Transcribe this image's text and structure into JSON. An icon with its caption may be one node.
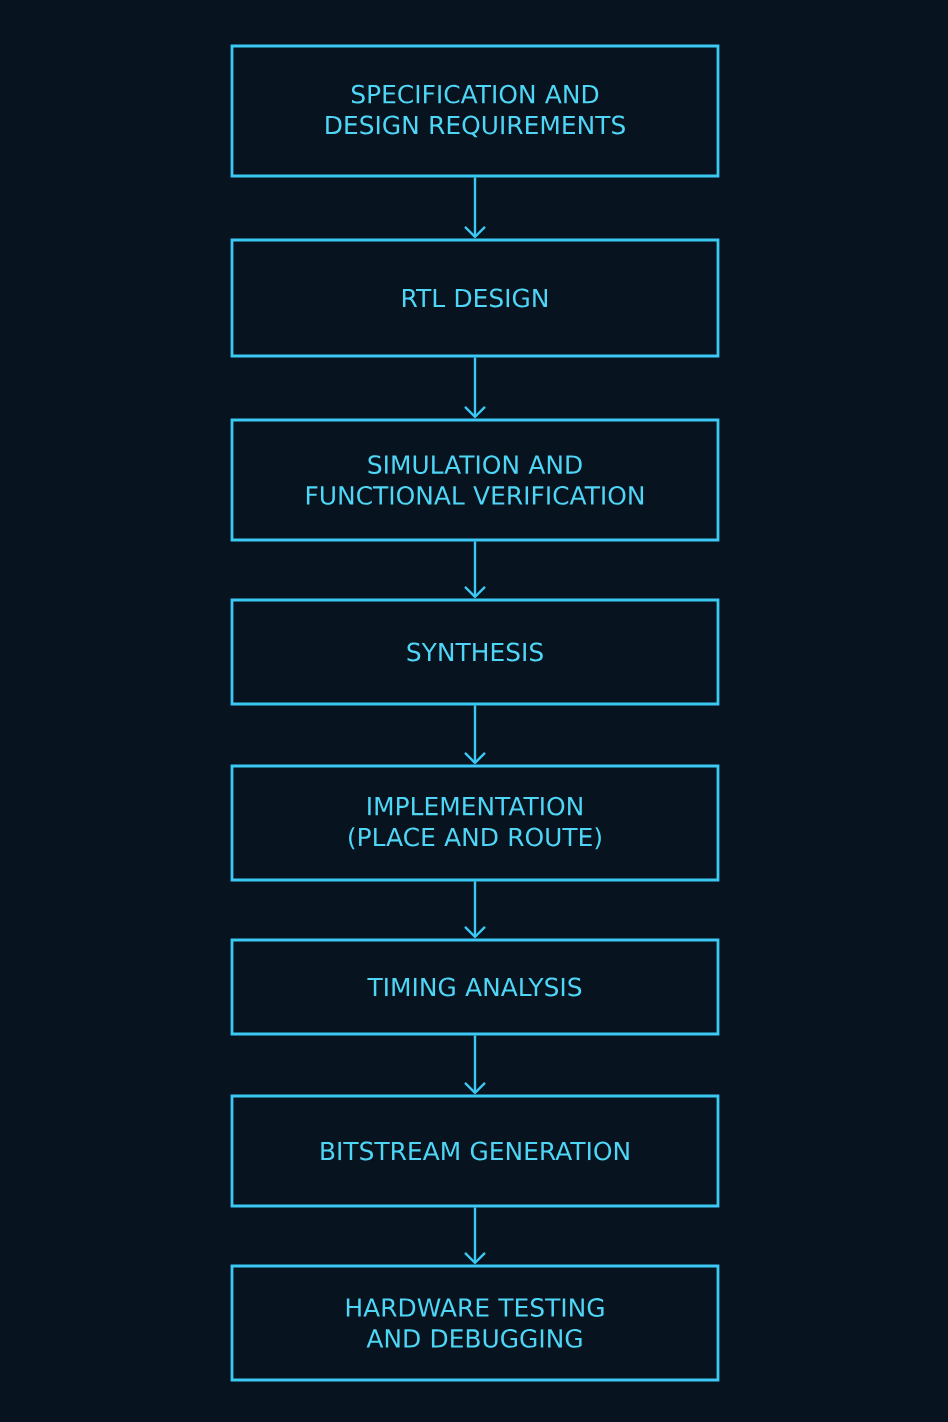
{
  "diagram": {
    "nodes": [
      {
        "text": [
          "SPECIFICATION AND DESIGN REQUIREMENTS"
        ]
      },
      {
        "text": [
          "RTL DESIGN"
        ]
      },
      {
        "text": [
          "SIMULATION AND FUNCTIONAL VERIFICATION"
        ]
      },
      {
        "text": [
          "SYNTHESIS"
        ]
      },
      {
        "text": [
          "IMPLEMENTATION (PLACE AND ROUTE)"
        ]
      },
      {
        "text": [
          "TIMING ANALYSIS"
        ]
      },
      {
        "text": [
          "BITSTREAM GENERATION"
        ]
      },
      {
        "text": [
          "HARDWARE TESTING AND DEBUGGING"
        ]
      }
    ],
    "edges": [
      {
        "from": 0,
        "to": 1,
        "arrow": "to"
      },
      {
        "from": 1,
        "to": 2,
        "arrow": "to"
      },
      {
        "from": 2,
        "to": 3,
        "arrow": "to"
      },
      {
        "from": 3,
        "to": 4,
        "arrow": "to"
      },
      {
        "from": 4,
        "to": 5,
        "arrow": "to"
      },
      {
        "from": 5,
        "to": 6,
        "arrow": "to"
      },
      {
        "from": 6,
        "to": 7,
        "arrow": "to"
      }
    ]
  }
}
